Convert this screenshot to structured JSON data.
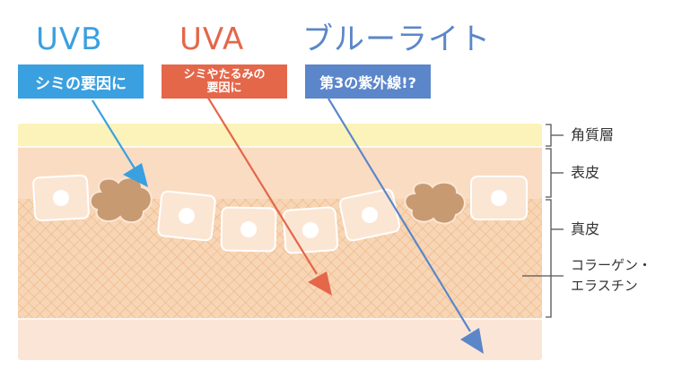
{
  "colors": {
    "uvb": "#3aa0e0",
    "uva": "#e4674a",
    "blue_light": "#5b86c9",
    "stratum_corneum": "#fbf3b9",
    "epidermis": "#fadcc2",
    "dermis": "#f6d2b0",
    "subcutis": "#fbe5d6",
    "mesh": "#f3b98a",
    "spot": "#c79a72"
  },
  "rays": [
    {
      "id": "uvb",
      "title": "UVB",
      "badge_lines": [
        "シミの要因に"
      ]
    },
    {
      "id": "uva",
      "title": "UVA",
      "badge_lines": [
        "シミやたるみの",
        "要因に"
      ]
    },
    {
      "id": "blue-light",
      "title": "ブルーライト",
      "badge_lines": [
        "第3の紫外線!?"
      ]
    }
  ],
  "layers": {
    "stratum_corneum": "角質層",
    "epidermis": "表皮",
    "dermis": "真皮",
    "collagen_elastin": [
      "コラーゲン・",
      "エラスチン"
    ]
  }
}
